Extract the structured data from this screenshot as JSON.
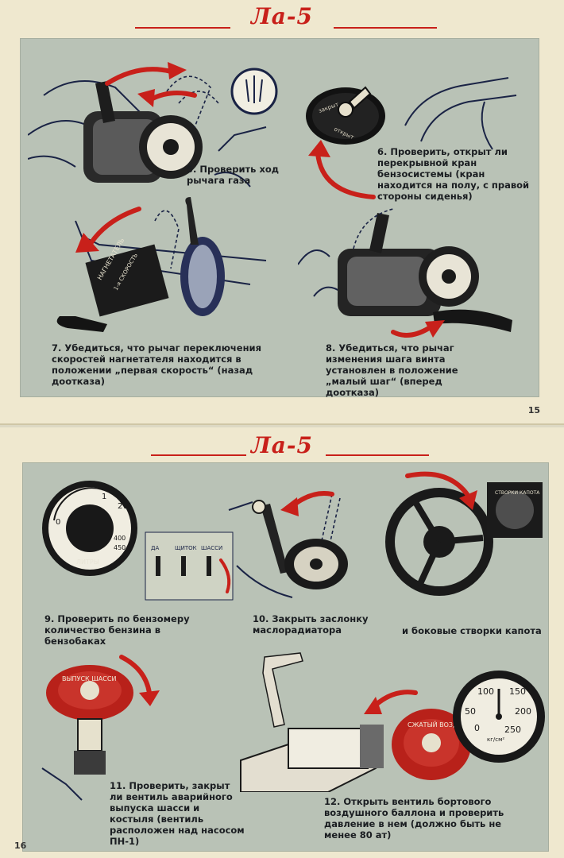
{
  "pages": [
    {
      "header": "Ла-5",
      "page_number": "15",
      "captions": [
        "5. Проверить ход рычага газа",
        "6. Проверить, открыт ли перекрывной кран бензосистемы (кран находится на полу, с правой стороны сиденья)",
        "7. Убедиться, что рычаг переключения скоростей нагнетателя находится в положении „первая скорость“ (назад доотказа)",
        "8. Убедиться, что рычаг изменения шага винта установлен в положение „малый шаг“ (вперед доотказа)"
      ],
      "labels": {
        "valve_open": "закрыт",
        "valve_closed": "открыт",
        "lever_plate_1": "НАГНЕТАТЕЛЬ",
        "lever_plate_2": "1-я СКОРОСТЬ"
      }
    },
    {
      "header": "Ла-5",
      "page_number": "16",
      "captions": [
        "9. Проверить по бензомеру количество бензина в бензобаках",
        "10. Закрыть заслонку маслорадиатора",
        "и боковые створки капота",
        "11. Проверить, закрыт ли вентиль аварийного выпуска шасси и костыля (вентиль расположен над насосом ПН-1)",
        "12. Открыть вентиль бортового воздушного баллона и проверить давление в нем (должно быть не менее 80 ат)"
      ],
      "labels": {
        "fuel_gauge_unit": "ЛИТРЫ",
        "fuel_gauge_ticks": [
          "0",
          "1",
          "2",
          "400",
          "450"
        ],
        "switch_labels": [
          "ДА",
          "ЩИТОК",
          "ШАССИ"
        ],
        "valve_11": "ВЫПУСК ШАССИ",
        "valve_12": "СЖАТЫЙ ВОЗДУХ",
        "pressure_ticks": [
          "0",
          "50",
          "100",
          "150",
          "200",
          "250"
        ],
        "pressure_unit": "кг/см²",
        "cowl_plate": "СТВОРКИ КАПОТА"
      }
    }
  ]
}
